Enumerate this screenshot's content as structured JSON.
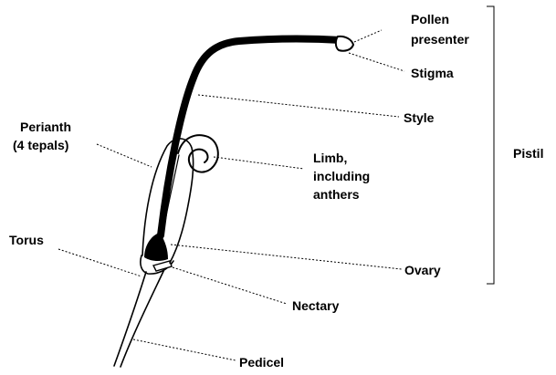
{
  "labels": {
    "pollen_presenter": [
      "Pollen",
      "presenter"
    ],
    "stigma": "Stigma",
    "style": "Style",
    "perianth": [
      "Perianth",
      "(4 tepals)"
    ],
    "limb": [
      "Limb,",
      "including",
      "anthers"
    ],
    "pistil": "Pistil",
    "torus": "Torus",
    "ovary": "Ovary",
    "nectary": "Nectary",
    "pedicel": "Pedicel"
  }
}
